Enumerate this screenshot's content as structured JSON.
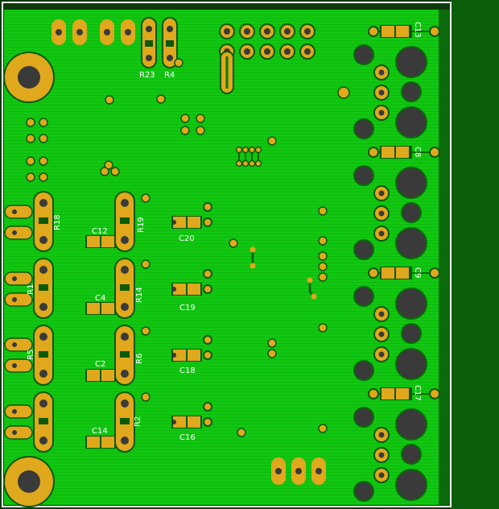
{
  "board": {
    "colors": {
      "background": "#0d3a0d",
      "board_edge": "#ffffff",
      "copper": "#10c810",
      "pad": "#e0a81c",
      "hole": "#3a3a3a",
      "silk": "#ffffff",
      "right_strip": "#0b5e0b"
    }
  },
  "labels": {
    "C13": "C13",
    "C8": "C8",
    "C9": "C9",
    "C17": "C17",
    "R23": "R23",
    "R4": "R4",
    "R18": "R18",
    "R19": "R19",
    "C12": "C12",
    "C20": "C20",
    "R1": "R1",
    "C4": "C4",
    "R14": "R14",
    "C19": "C19",
    "R5": "R5",
    "C2": "C2",
    "R6": "R6",
    "C18": "C18",
    "C14": "C14",
    "R2": "R2",
    "C16": "C16"
  }
}
